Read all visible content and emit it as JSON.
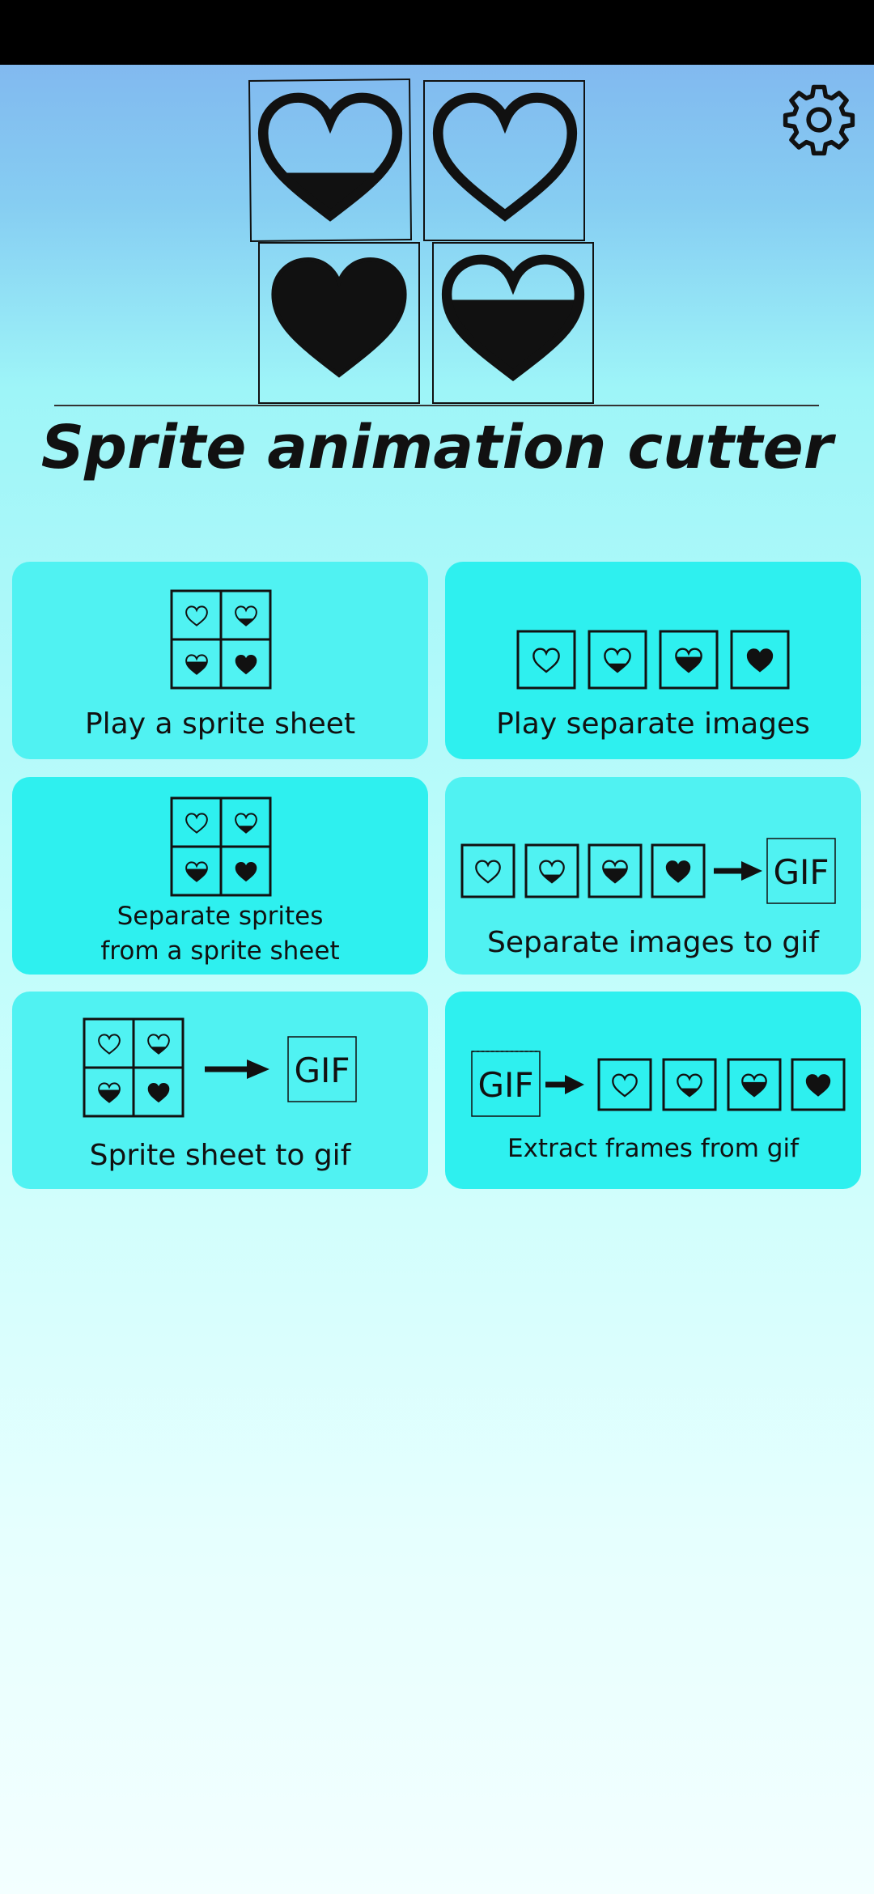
{
  "app": {
    "title": "Sprite animation cutter"
  },
  "menu": [
    {
      "id": "play-sprite-sheet",
      "label": "Play a sprite sheet"
    },
    {
      "id": "play-separate-images",
      "label": "Play separate images"
    },
    {
      "id": "separate-sprites",
      "label_line1": "Separate sprites",
      "label_line2": "from a sprite sheet"
    },
    {
      "id": "images-to-gif",
      "label": "Separate images to gif",
      "badge": "GIF"
    },
    {
      "id": "sheet-to-gif",
      "label": "Sprite sheet to gif",
      "badge": "GIF"
    },
    {
      "id": "extract-frames",
      "label": "Extract frames from gif",
      "badge": "GIF"
    }
  ],
  "icons": {
    "settings": "gear-icon",
    "hero": "heart-sprite-frames",
    "arrow": "arrow-right-icon"
  },
  "colors": {
    "card_light": "#50f2f2",
    "card_dark": "#2ef0ef",
    "status_bar": "#000000",
    "text": "#111111"
  }
}
